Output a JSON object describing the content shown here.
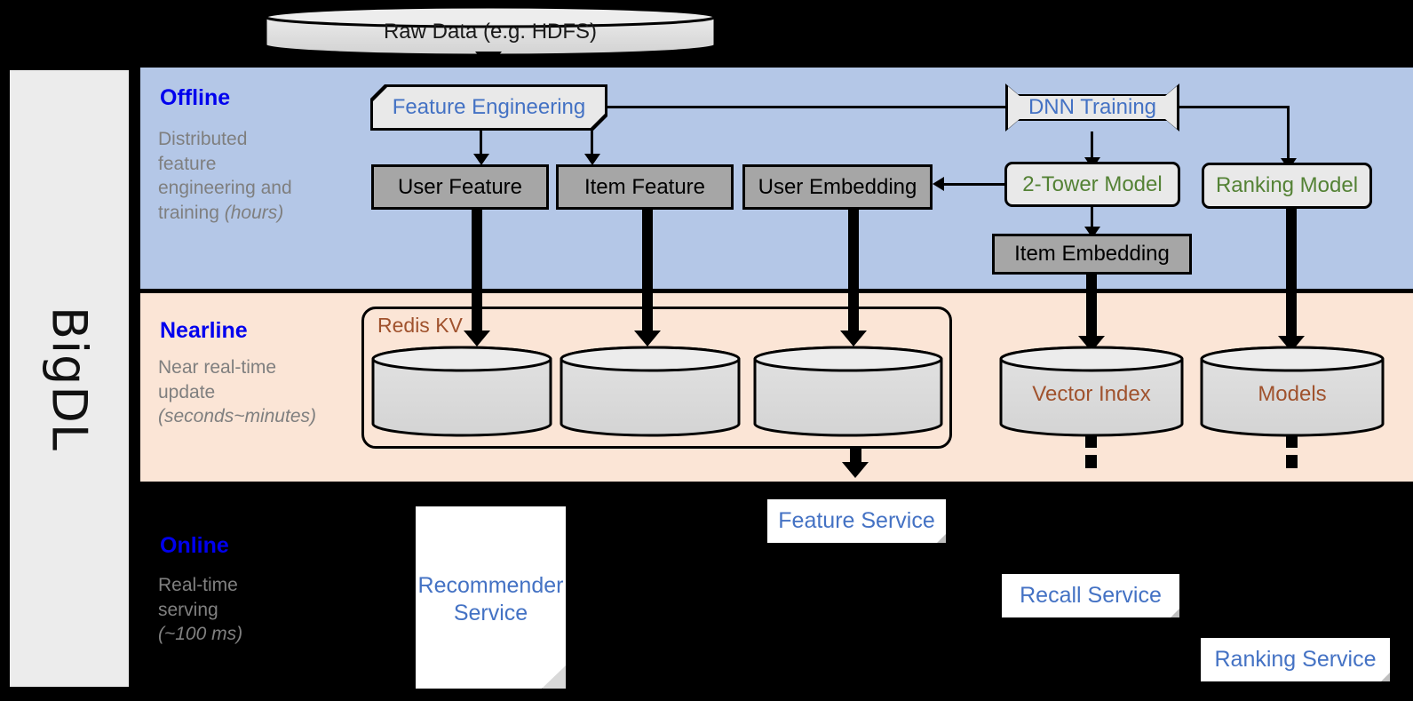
{
  "sidebar": {
    "label": "BigDL"
  },
  "top": {
    "raw_data": "Raw Data (e.g. HDFS)"
  },
  "bands": {
    "offline": {
      "title": "Offline",
      "subtitle_line1": "Distributed",
      "subtitle_line2": "feature",
      "subtitle_line3": "engineering and",
      "subtitle_line4": "training ",
      "subtitle_italic": "(hours)"
    },
    "nearline": {
      "title": "Nearline",
      "subtitle_line1": "Near real-time",
      "subtitle_line2": "update",
      "subtitle_italic": "(seconds~minutes)"
    },
    "online": {
      "title": "Online",
      "subtitle_line1": "Real-time",
      "subtitle_line2": "serving",
      "subtitle_italic": "(~100 ms)"
    }
  },
  "offline_nodes": {
    "feature_engineering": "Feature Engineering",
    "dnn_training": "DNN Training",
    "user_feature": "User Feature",
    "item_feature": "Item Feature",
    "user_embedding": "User Embedding",
    "two_tower_model": "2-Tower Model",
    "ranking_model": "Ranking Model",
    "item_embedding": "Item Embedding"
  },
  "nearline_nodes": {
    "redis_kv": "Redis KV",
    "store_1": "",
    "store_2": "",
    "store_3": "",
    "vector_index": "Vector Index",
    "models": "Models"
  },
  "online_nodes": {
    "recommender_service_l1": "Recommender",
    "recommender_service_l2": "Service",
    "feature_service": "Feature Service",
    "recall_service": "Recall Service",
    "ranking_service": "Ranking Service"
  },
  "colors": {
    "offline_band": "#b4c7e7",
    "nearline_band": "#fbe5d6",
    "online_band": "#000000",
    "band_title": "#0000ee",
    "band_subtitle": "#7f7f7f",
    "blue_text": "#4472c4",
    "green_text": "#548235",
    "brown_text": "#a0522d",
    "gray_node": "#a6a6a6",
    "proc_node": "#e9e9e9",
    "sidebar_bg": "#ececec"
  }
}
